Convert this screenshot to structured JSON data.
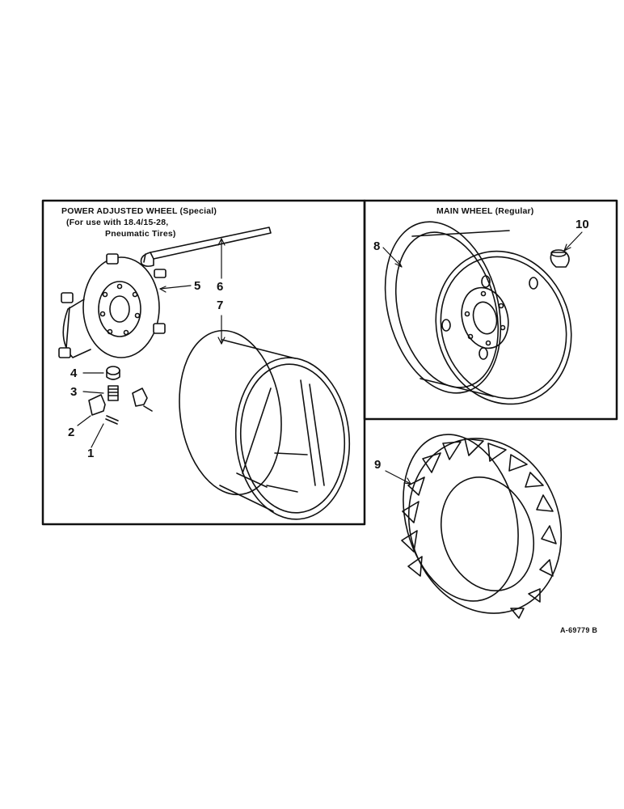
{
  "left_panel": {
    "title": "POWER ADJUSTED WHEEL (Special)",
    "subtitle_line1": "(For use with 18.4/15-28,",
    "subtitle_line2": "Pneumatic Tires)"
  },
  "right_panel": {
    "title": "MAIN WHEEL (Regular)"
  },
  "callouts": {
    "c1": "1",
    "c2": "2",
    "c3": "3",
    "c4": "4",
    "c5": "5",
    "c6": "6",
    "c7": "7",
    "c8": "8",
    "c9": "9",
    "c10": "10"
  },
  "figure_id": "A-69779 B"
}
